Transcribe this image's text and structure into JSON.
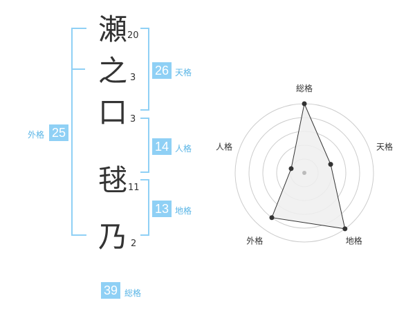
{
  "name_chars": [
    {
      "char": "瀬",
      "strokes": "20"
    },
    {
      "char": "之",
      "strokes": "3"
    },
    {
      "char": "口",
      "strokes": "3"
    },
    {
      "char": "毬",
      "strokes": "11"
    },
    {
      "char": "乃",
      "strokes": "2"
    }
  ],
  "fortunes": {
    "tenkaku": {
      "value": "26",
      "label": "天格"
    },
    "jinkaku": {
      "value": "14",
      "label": "人格"
    },
    "chikaku": {
      "value": "13",
      "label": "地格"
    },
    "gaikaku": {
      "value": "25",
      "label": "外格"
    },
    "soukaku": {
      "value": "39",
      "label": "総格"
    }
  },
  "colors": {
    "accent": "#8fd0f5",
    "accent_text": "#5ab5e6",
    "grid": "#cccccc",
    "polygon_fill": "#efefef"
  },
  "chart_data": {
    "type": "radar",
    "axes": [
      "総格",
      "天格",
      "地格",
      "外格",
      "人格"
    ],
    "values": [
      5,
      2,
      5,
      4,
      1
    ],
    "range": [
      0,
      5
    ],
    "grid_levels": 5
  }
}
